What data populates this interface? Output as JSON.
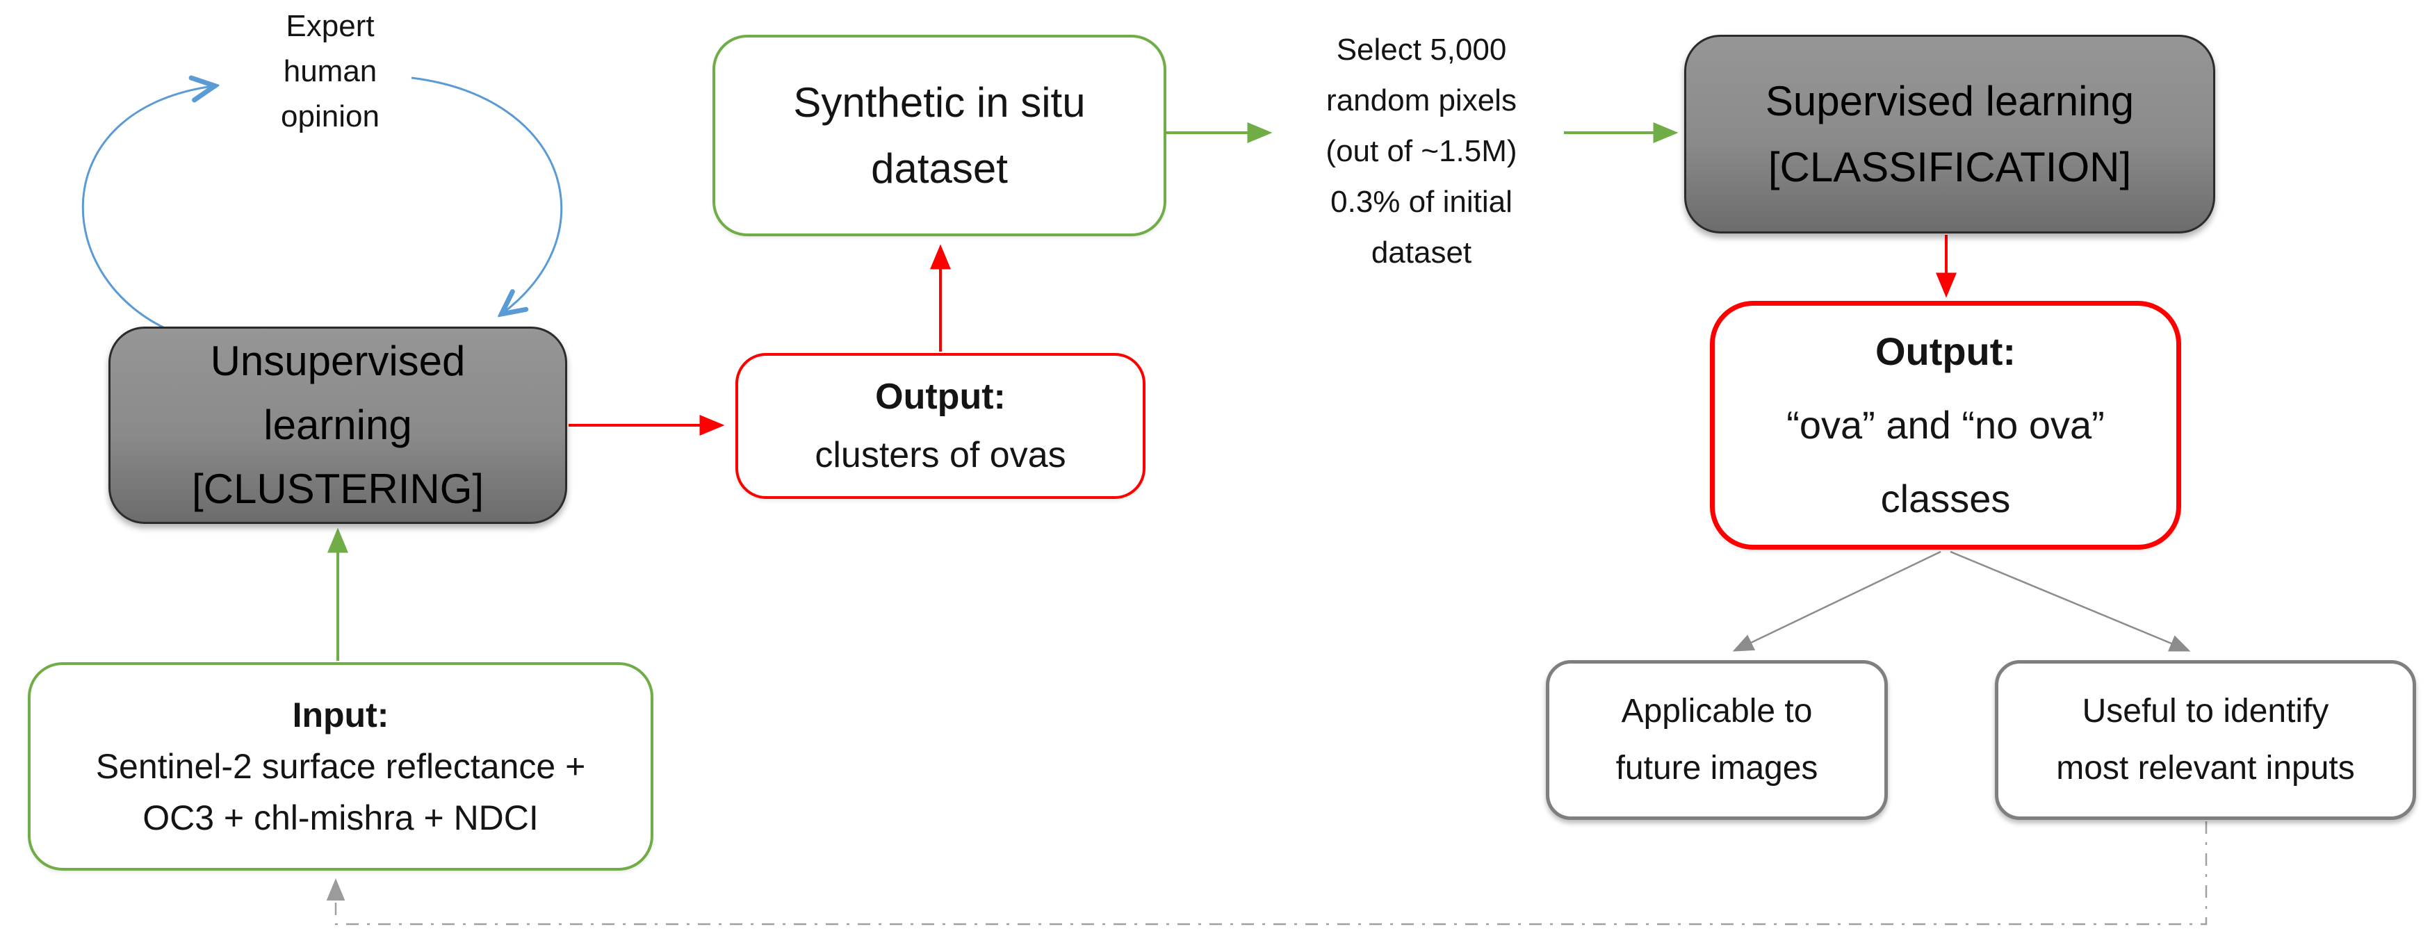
{
  "colors": {
    "green": "#70AD47",
    "red": "#FF0000",
    "blue": "#5B9BD5",
    "gray-border": "#7F7F7F",
    "gray-box-border": "#2B2B2B",
    "connector-gray": "#8C8C8C",
    "dash-gray": "#A0A0A0",
    "text": "#141414"
  },
  "nodes": {
    "expert_opinion": {
      "lines": [
        "Expert",
        "human",
        "opinion"
      ]
    },
    "unsupervised": {
      "lines": [
        "Unsupervised",
        "learning",
        "[CLUSTERING]"
      ]
    },
    "synthetic_dataset": {
      "lines": [
        "Synthetic in situ",
        "dataset"
      ]
    },
    "output_clusters": {
      "title": "Output:",
      "body": "clusters of ovas"
    },
    "select_pixels_note": {
      "lines": [
        "Select 5,000",
        "random pixels",
        "(out of ~1.5M)",
        "0.3% of initial",
        "dataset"
      ]
    },
    "supervised": {
      "lines": [
        "Supervised learning",
        "[CLASSIFICATION]"
      ]
    },
    "output_classes": {
      "title": "Output:",
      "lines": [
        "“ova” and “no ova”",
        "classes"
      ]
    },
    "applicable": {
      "lines": [
        "Applicable to",
        "future images"
      ]
    },
    "useful": {
      "lines": [
        "Useful to identify",
        "most relevant inputs"
      ]
    },
    "input": {
      "title": "Input:",
      "lines": [
        "Sentinel-2 surface reflectance +",
        "OC3 + chl-mishra + NDCI"
      ]
    }
  }
}
